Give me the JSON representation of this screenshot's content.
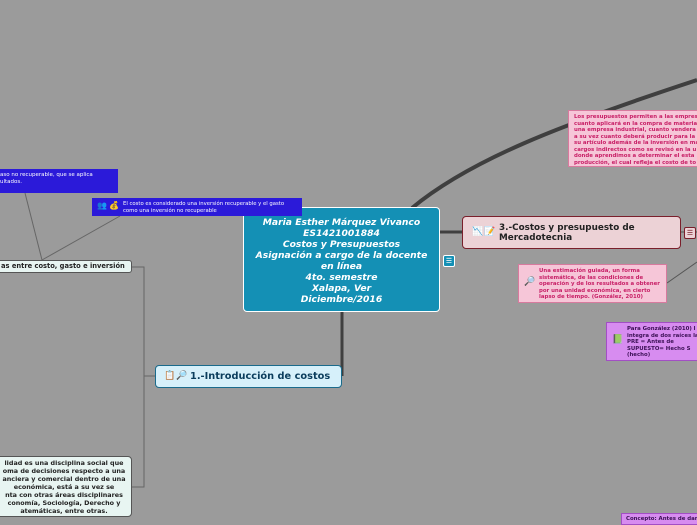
{
  "central": {
    "lines": [
      "Maria Esther Márquez Vivanco",
      "ES1421001884",
      "Costos y Presupuestos",
      "Asignación a cargo de la docente",
      "en línea",
      "4to. semestre",
      "Xalapa, Ver",
      "Diciembre/2016"
    ]
  },
  "topic3": {
    "title_lines": [
      "3.-Costos y presupuesto de",
      "Mercadotecnia"
    ]
  },
  "topic1": {
    "title": "1.-Introducción de costos"
  },
  "left_topic": {
    "title": "as entre costo, gasto e inversión"
  },
  "blue_note1": {
    "lines": [
      "aso no recuperable, que se aplica",
      "ultados."
    ]
  },
  "blue_note2": {
    "lines": [
      "El costo es considerado una inversión recuperable y el gasto",
      "como una  inversión no recuperable"
    ]
  },
  "pink_big": {
    "lines": [
      "Los presupuestos permiten a las empresas",
      "cuanto aplicará en la compra de materia",
      "una empresa industrial, cuanto vendera",
      "a su vez cuanto deberá producir para la",
      "su artículo además de la inversión en ma",
      "cargos indirectos como se revisó en la u",
      "donde aprendimos a determinar el esta",
      "producción, el cual refleja el costo de to"
    ]
  },
  "pink_med": {
    "lines": [
      "Una estimación guiada, un forma",
      "sistemática, de las condiciones de",
      "operación y de los resultados a obtener",
      "por una unidad económica, en cierto",
      "lapso de tiempo. (González, 2010)"
    ]
  },
  "violet_note": {
    "lines": [
      "Para González (2010) l",
      "integra de dos raíces la",
      "PRE = Antes de",
      "SUPUESTO= Hecho    S",
      "(hecho)"
    ]
  },
  "violet_note2": {
    "text": "Concepto: Antes de dar"
  },
  "white_note": {
    "lines": [
      "lidad es una disciplina social que",
      "oma de decisiones respecto a una",
      "anciera y comercial dentro de una",
      "económica, está a su vez se",
      "nta con otras áreas disciplinares",
      "conomía, Sociología, Derecho y",
      "atemáticas, entre otras."
    ]
  },
  "icons": [
    "chart-icon",
    "checklist-icon",
    "users-icon",
    "money-bag-icon",
    "magnifier-icon",
    "book-icon",
    "menu-icon"
  ],
  "colors": {
    "canvas": "#9b9b9b",
    "central": "#1490b5",
    "topic3_bg": "#ecd2d6",
    "topic1_bg": "#d6f0fa",
    "note_blue": "#2b1ad9",
    "note_pink": "#f6c6d8",
    "note_violet": "#d78cf0",
    "branch": "#3f3f3f"
  }
}
